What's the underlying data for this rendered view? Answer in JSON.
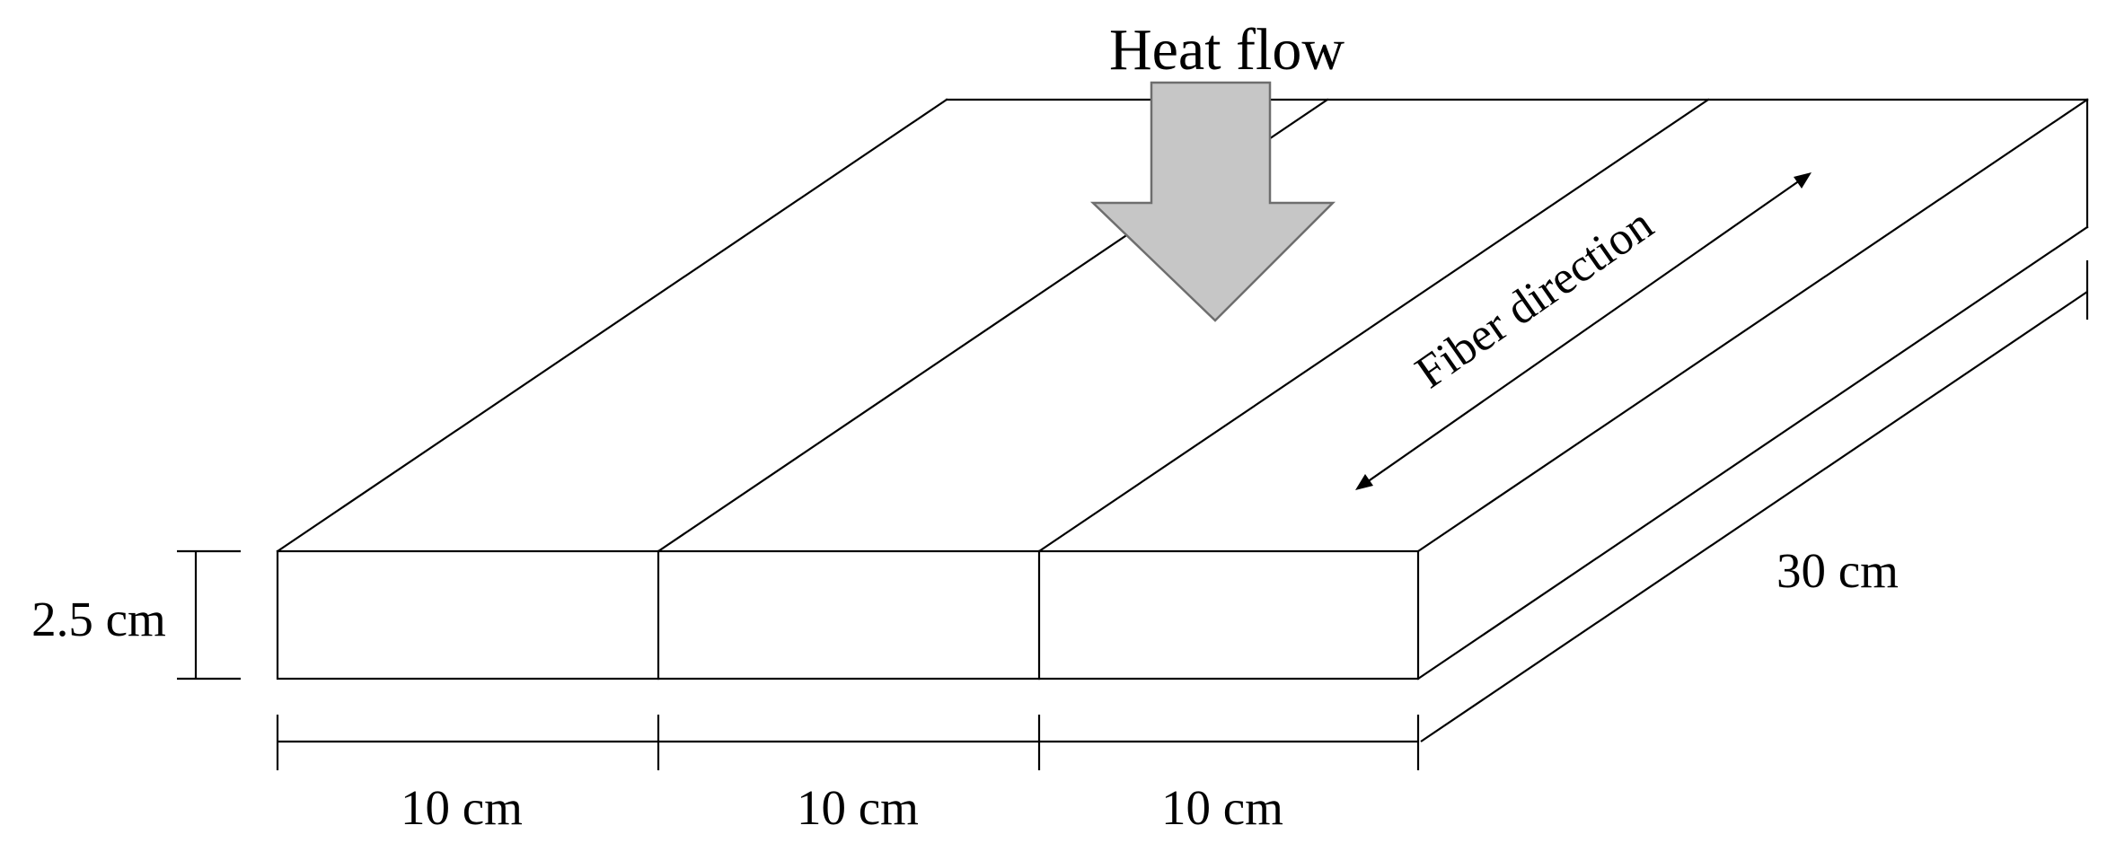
{
  "diagram": {
    "heat_flow_label": "Heat flow",
    "fiber_direction_label": "Fiber direction",
    "thickness_label": "2.5 cm",
    "length_label": "30 cm",
    "strip_width_labels": [
      "10 cm",
      "10 cm",
      "10 cm"
    ]
  },
  "colors": {
    "line": "#000000",
    "arrow_fill": "#c6c6c6",
    "arrow_stroke": "#6e6e6e",
    "background": "#ffffff"
  }
}
